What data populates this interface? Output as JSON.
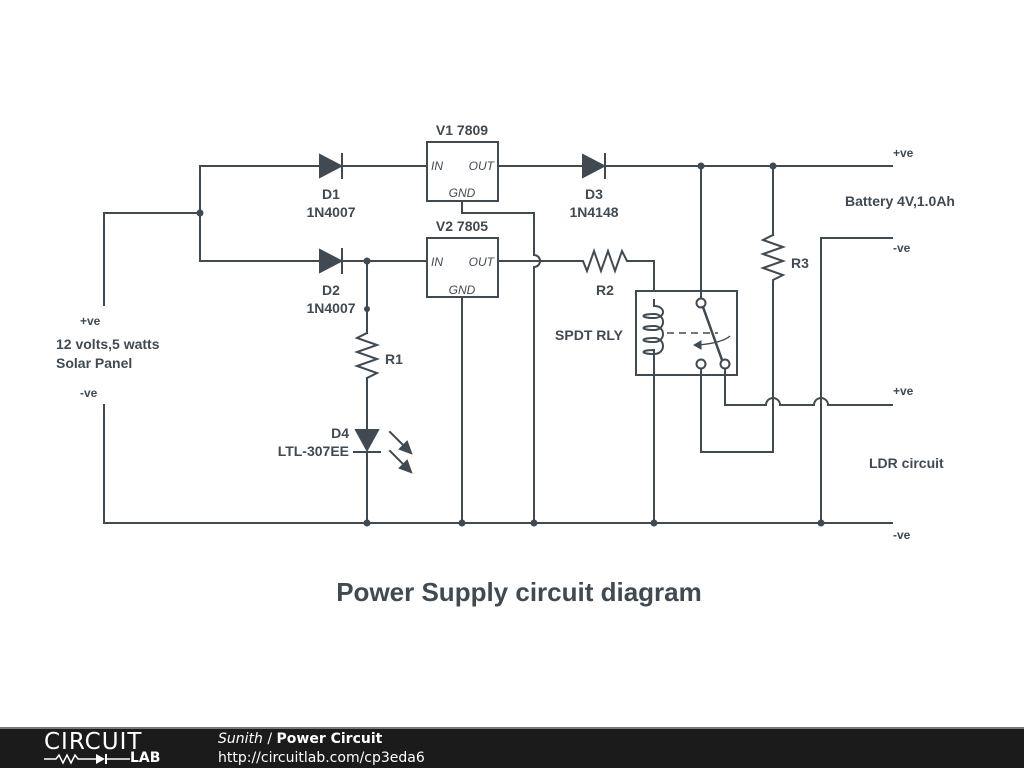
{
  "title": "Power Supply circuit diagram",
  "components": {
    "d1": {
      "ref": "D1",
      "part": "1N4007"
    },
    "d2": {
      "ref": "D2",
      "part": "1N4007"
    },
    "d3": {
      "ref": "D3",
      "part": "1N4148"
    },
    "d4": {
      "ref": "D4",
      "part": "LTL-307EE"
    },
    "v1": {
      "label": "V1 7809",
      "pin_in": "IN",
      "pin_out": "OUT",
      "pin_gnd": "GND"
    },
    "v2": {
      "label": "V2 7805",
      "pin_in": "IN",
      "pin_out": "OUT",
      "pin_gnd": "GND"
    },
    "r1": {
      "ref": "R1"
    },
    "r2": {
      "ref": "R2"
    },
    "r3": {
      "ref": "R3"
    },
    "relay": {
      "label": "SPDT RLY"
    }
  },
  "solar_panel": {
    "plus": "+ve",
    "desc_line1": "12 volts,5 watts",
    "desc_line2": "Solar Panel",
    "minus": "-ve"
  },
  "battery": {
    "plus": "+ve",
    "label": "Battery 4V,1.0Ah",
    "minus": "-ve"
  },
  "ldr": {
    "plus": "+ve",
    "label": "LDR circuit",
    "minus": "-ve"
  },
  "footer": {
    "logo_top": "CIRCUIT",
    "logo_bottom": "LAB",
    "author": "Sunith",
    "separator": " / ",
    "circuit_title": "Power Circuit",
    "url": "http://circuitlab.com/cp3eda6"
  }
}
